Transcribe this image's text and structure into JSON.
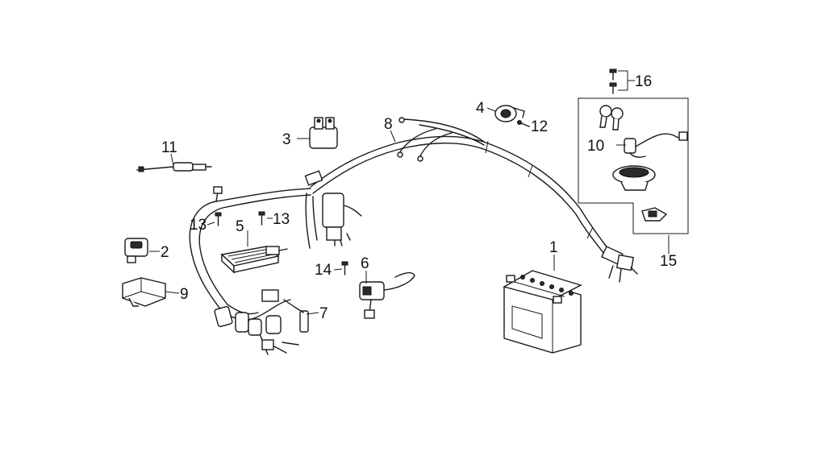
{
  "diagram": {
    "background": "#ffffff",
    "line_color": "#1a1a1a",
    "callouts": {
      "c1": "1",
      "c2": "2",
      "c3": "3",
      "c4": "4",
      "c5": "5",
      "c6": "6",
      "c7": "7",
      "c8": "8",
      "c9": "9",
      "c10": "10",
      "c11": "11",
      "c12": "12",
      "c13a": "13",
      "c13b": "13",
      "c14": "14",
      "c15": "15",
      "c16": "16"
    }
  }
}
